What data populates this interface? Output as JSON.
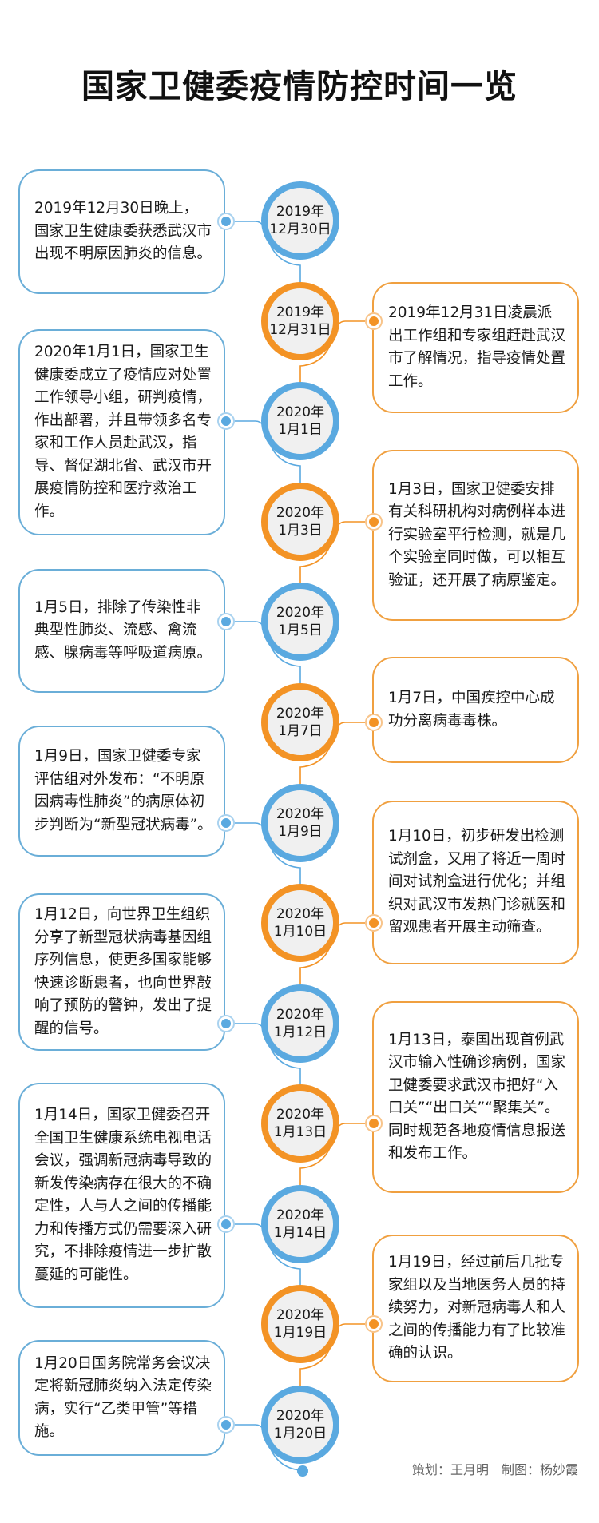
{
  "title": "国家卫健委疫情防控时间一览",
  "colors": {
    "blue": "#5aa9e0",
    "orange": "#f39325",
    "node_fill": "#f0f0f0"
  },
  "timeline": [
    {
      "year": "2019年",
      "date": "12月30日",
      "color": "blue",
      "side": "left",
      "text": "2019年12月30日晚上，国家卫生健康委获悉武汉市出现不明原因肺炎的信息。"
    },
    {
      "year": "2019年",
      "date": "12月31日",
      "color": "orange",
      "side": "right",
      "text": "2019年12月31日凌晨派出工作组和专家组赶赴武汉市了解情况，指导疫情处置工作。"
    },
    {
      "year": "2020年",
      "date": "1月1日",
      "color": "blue",
      "side": "left",
      "text": "2020年1月1日，国家卫生健康委成立了疫情应对处置工作领导小组，研判疫情，作出部署，并且带领多名专家和工作人员赴武汉，指导、督促湖北省、武汉市开展疫情防控和医疗救治工作。"
    },
    {
      "year": "2020年",
      "date": "1月3日",
      "color": "orange",
      "side": "right",
      "text": "1月3日，国家卫健委安排有关科研机构对病例样本进行实验室平行检测，就是几个实验室同时做，可以相互验证，还开展了病原鉴定。"
    },
    {
      "year": "2020年",
      "date": "1月5日",
      "color": "blue",
      "side": "left",
      "text": "1月5日，排除了传染性非典型性肺炎、流感、禽流感、腺病毒等呼吸道病原。"
    },
    {
      "year": "2020年",
      "date": "1月7日",
      "color": "orange",
      "side": "right",
      "text": "1月7日，中国疾控中心成功分离病毒毒株。"
    },
    {
      "year": "2020年",
      "date": "1月9日",
      "color": "blue",
      "side": "left",
      "text": "1月9日，国家卫健委专家评估组对外发布：“不明原因病毒性肺炎”的病原体初步判断为“新型冠状病毒”。"
    },
    {
      "year": "2020年",
      "date": "1月10日",
      "color": "orange",
      "side": "right",
      "text": "1月10日，初步研发出检测试剂盒，又用了将近一周时间对试剂盒进行优化；并组织对武汉市发热门诊就医和留观患者开展主动筛查。"
    },
    {
      "year": "2020年",
      "date": "1月12日",
      "color": "blue",
      "side": "left",
      "text": "1月12日，向世界卫生组织分享了新型冠状病毒基因组序列信息，使更多国家能够快速诊断患者，也向世界敲响了预防的警钟，发出了提醒的信号。"
    },
    {
      "year": "2020年",
      "date": "1月13日",
      "color": "orange",
      "side": "right",
      "text": "1月13日，泰国出现首例武汉市输入性确诊病例，国家卫健委要求武汉市把好“入口关”“出口关”“聚集关”。同时规范各地疫情信息报送和发布工作。"
    },
    {
      "year": "2020年",
      "date": "1月14日",
      "color": "blue",
      "side": "left",
      "text": "1月14日，国家卫健委召开全国卫生健康系统电视电话会议，强调新冠病毒导致的新发传染病存在很大的不确定性，人与人之间的传播能力和传播方式仍需要深入研究，不排除疫情进一步扩散蔓延的可能性。"
    },
    {
      "year": "2020年",
      "date": "1月19日",
      "color": "orange",
      "side": "right",
      "text": "1月19日，经过前后几批专家组以及当地医务人员的持续努力，对新冠病毒人和人之间的传播能力有了比较准确的认识。"
    },
    {
      "year": "2020年",
      "date": "1月20日",
      "color": "blue",
      "side": "left",
      "text": "1月20日国务院常务会议决定将新冠肺炎纳入法定传染病，实行“乙类甲管”等措施。"
    }
  ],
  "credits": {
    "planner": "策划：王月明",
    "designer": "制图：杨妙霞"
  }
}
